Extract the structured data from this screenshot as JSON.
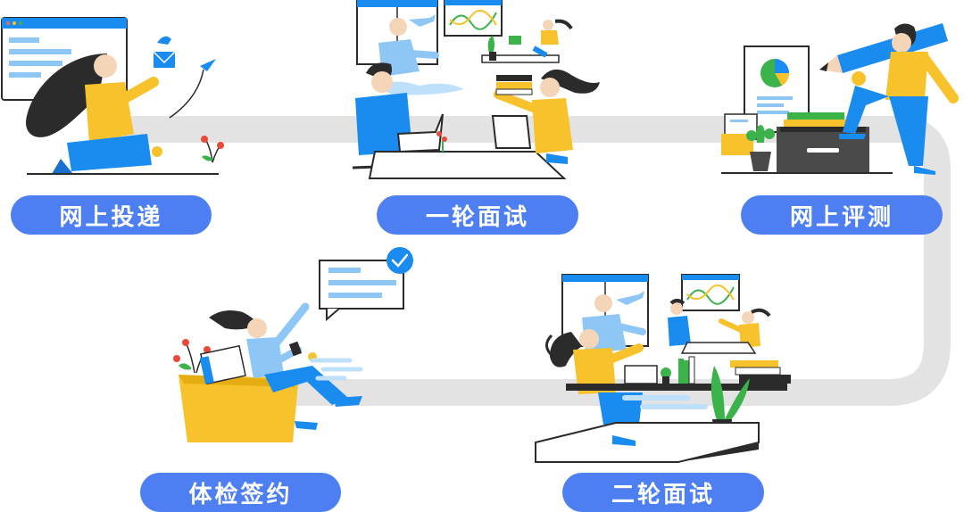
{
  "colors": {
    "pill": "#4d7ff2",
    "track": "#e3e3e3",
    "blue": "#1a8cf0",
    "yellow": "#f7c22b",
    "dark": "#2b2b2b",
    "green": "#3bb34a",
    "light_blue": "#8ec7f5"
  },
  "steps": [
    {
      "label": "网上投递",
      "icon": "online-application-illustration"
    },
    {
      "label": "一轮面试",
      "icon": "first-interview-illustration"
    },
    {
      "label": "网上评测",
      "icon": "online-assessment-illustration"
    },
    {
      "label": "二轮面试",
      "icon": "second-interview-illustration"
    },
    {
      "label": "体检签约",
      "icon": "medical-check-signing-illustration"
    }
  ]
}
